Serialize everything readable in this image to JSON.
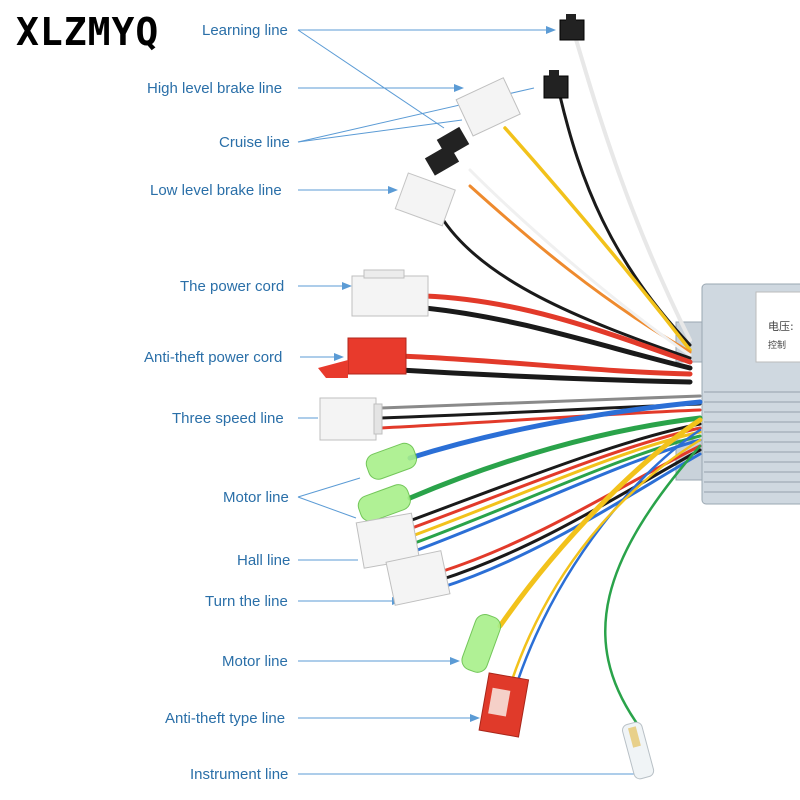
{
  "brand": "XLZMYQ",
  "labels": {
    "learning": "Learning line",
    "high_brake": "High level brake line",
    "cruise": "Cruise line",
    "low_brake": "Low level brake line",
    "power": "The power cord",
    "antitheft_power": "Anti-theft power cord",
    "three_speed": "Three speed line",
    "motor_top": "Motor line",
    "hall": "Hall line",
    "turn": "Turn the line",
    "motor_bottom": "Motor line",
    "antitheft_type": "Anti-theft type line",
    "instrument": "Instrument line"
  },
  "controller_text": [
    "电压:",
    "控制"
  ],
  "colors": {
    "label": "#2a6fa8",
    "leader": "#5b9bd5",
    "red_wire": "#e23a2a",
    "black_wire": "#1a1a1a",
    "yellow_wire": "#f2c21b",
    "green_wire": "#2aa34a",
    "blue_wire": "#2b6fd6",
    "orange_wire": "#ee8a2e",
    "controller": "#cfd8e0"
  }
}
